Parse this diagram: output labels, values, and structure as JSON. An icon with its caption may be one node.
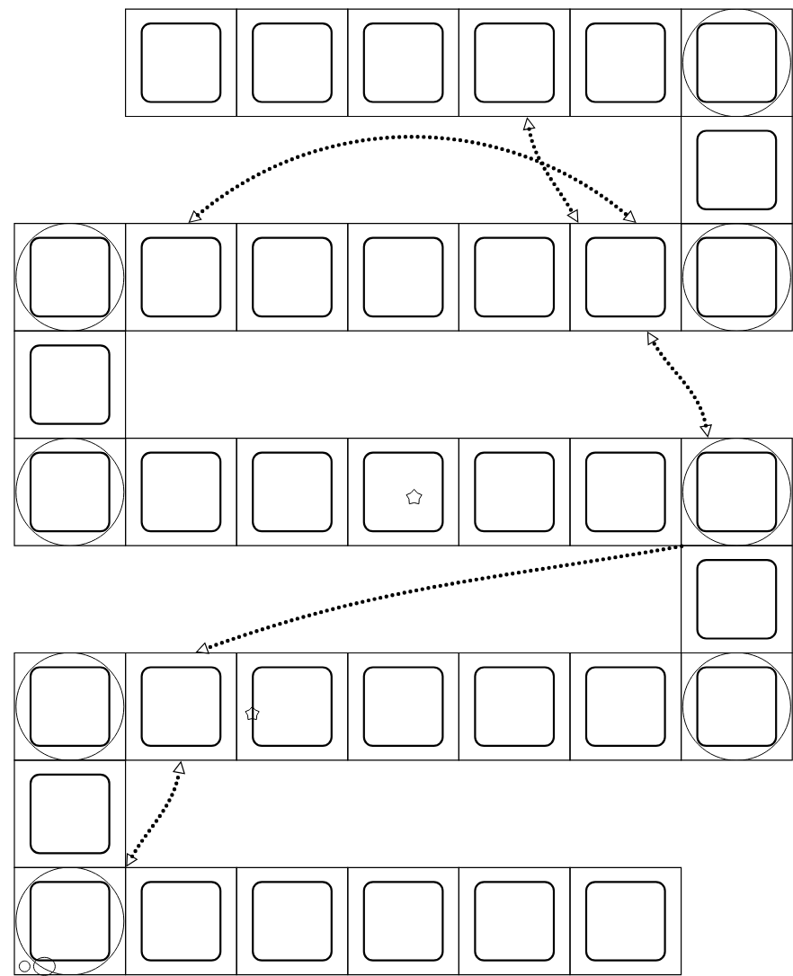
{
  "diagram": {
    "nodes": [
      {
        "text": [],
        "shape": "box"
      },
      {
        "text": [],
        "shape": "box"
      },
      {
        "text": [],
        "shape": "box"
      },
      {
        "text": [],
        "shape": "box"
      },
      {
        "text": [],
        "shape": "box"
      },
      {
        "text": [],
        "shape": "box"
      },
      {
        "text": [],
        "shape": "box"
      },
      {
        "text": [],
        "shape": "box"
      },
      {
        "text": [],
        "shape": "box"
      },
      {
        "text": [],
        "shape": "box"
      },
      {
        "text": [],
        "shape": "box"
      },
      {
        "text": [],
        "shape": "box"
      },
      {
        "text": [],
        "shape": "box"
      },
      {
        "text": [],
        "shape": "box"
      },
      {
        "text": [],
        "shape": "box"
      },
      {
        "text": [],
        "shape": "box"
      },
      {
        "text": [],
        "shape": "box"
      },
      {
        "text": [],
        "shape": "box"
      },
      {
        "text": [],
        "shape": "box"
      },
      {
        "text": [],
        "shape": "box"
      },
      {
        "text": [],
        "shape": "box"
      },
      {
        "text": [],
        "shape": "box"
      },
      {
        "text": [],
        "shape": "box"
      },
      {
        "text": [],
        "shape": "box"
      },
      {
        "text": [],
        "shape": "box"
      },
      {
        "text": [],
        "shape": "box"
      },
      {
        "text": [],
        "shape": "box"
      },
      {
        "text": [],
        "shape": "box"
      },
      {
        "text": [],
        "shape": "box"
      },
      {
        "text": [],
        "shape": "box"
      },
      {
        "text": [],
        "shape": "box"
      },
      {
        "text": [],
        "shape": "box"
      },
      {
        "text": [],
        "shape": "box"
      },
      {
        "text": [],
        "shape": "box"
      },
      {
        "text": [],
        "shape": "box"
      },
      {
        "text": [],
        "shape": "box"
      },
      {
        "text": [],
        "shape": "box"
      }
    ],
    "edges": [
      {
        "from": 3,
        "to": 12,
        "arrow": "both"
      },
      {
        "from": 8,
        "to": 12,
        "arrow": "both"
      },
      {
        "from": 21,
        "to": 12,
        "arrow": "both"
      },
      {
        "from": 20,
        "to": 24,
        "arrow": "to"
      },
      {
        "from": 31,
        "to": 24,
        "arrow": "both"
      }
    ]
  }
}
